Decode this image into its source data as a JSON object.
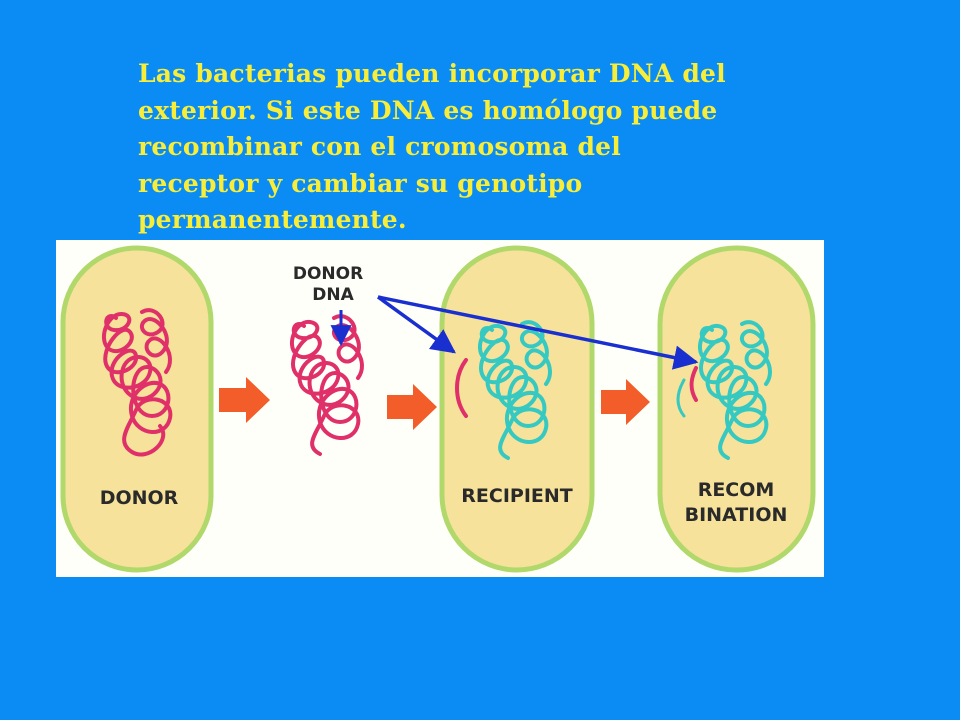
{
  "caption": "Las bacterias pueden incorporar DNA del\nexterior. Si este DNA es homólogo puede\nrecombinar con el cromosoma del\nreceptor y cambiar su genotipo\npermanentemente.",
  "figure": {
    "labels": {
      "donor": "DONOR",
      "donor_dna_line1": "DONOR",
      "donor_dna_line2": "DNA",
      "recipient": "RECIPIENT",
      "recombination_line1": "RECOM",
      "recombination_line2": "BINATION"
    },
    "colors": {
      "background": "#0b8cf5",
      "caption": "#f8ee3a",
      "cell_fill": "#f6e29a",
      "cell_border": "#b1d86b",
      "donor_dna": "#e0306a",
      "recipient_dna": "#36c9c2",
      "process_arrow": "#f25d2a",
      "pointer_arrow": "#1a2fd0"
    }
  }
}
